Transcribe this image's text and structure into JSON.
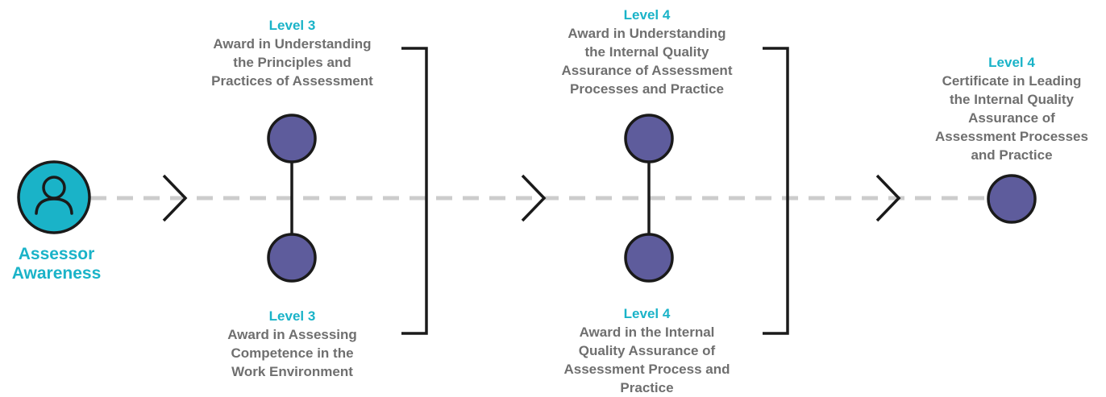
{
  "start": {
    "line1": "Assessor",
    "line2": "Awareness"
  },
  "stage1": {
    "top": {
      "level": "Level 3",
      "lines": [
        "Award in Understanding",
        "the Principles and",
        "Practices of Assessment"
      ]
    },
    "bottom": {
      "level": "Level 3",
      "lines": [
        "Award in Assessing",
        "Competence in the",
        "Work Environment"
      ]
    }
  },
  "stage2": {
    "top": {
      "level": "Level 4",
      "lines": [
        "Award in Understanding",
        "the Internal Quality",
        "Assurance of Assessment",
        "Processes and Practice"
      ]
    },
    "bottom": {
      "level": "Level 4",
      "lines": [
        "Award in the Internal",
        "Quality Assurance of",
        "Assessment Process and",
        "Practice"
      ]
    }
  },
  "stage3": {
    "level": "Level 4",
    "lines": [
      "Certificate in Leading",
      "the Internal Quality",
      "Assurance of",
      "Assessment Processes",
      "and Practice"
    ]
  },
  "colors": {
    "teal": "#1ab3c8",
    "node": "#5e5c9c",
    "dash": "#cccccc",
    "line": "#1a1a1a",
    "text": "#6f6f6f"
  }
}
